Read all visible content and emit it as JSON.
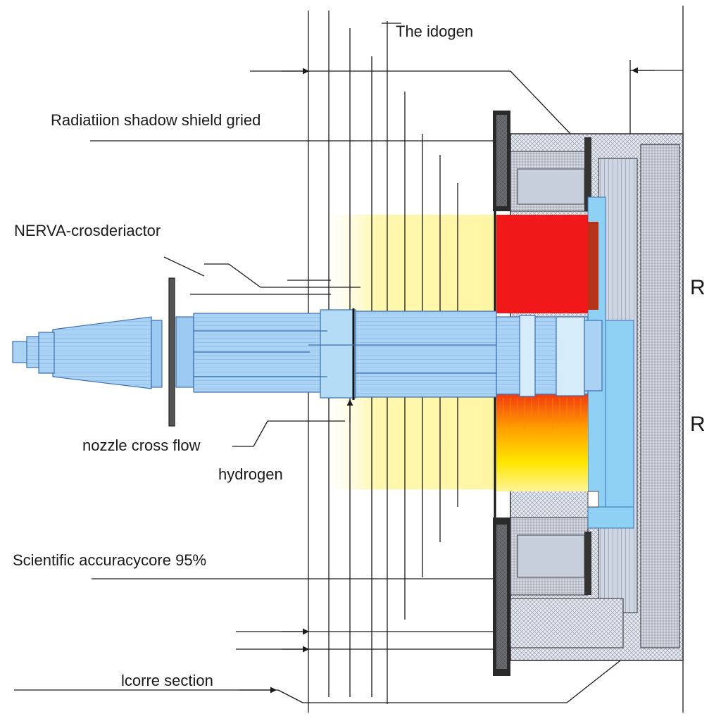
{
  "labels": {
    "top": "The idogen",
    "shield": "Radiatiion shadow shield gried",
    "reactor": "NERVA-crosderiactor",
    "nozzle": "nozzle cross flow",
    "hydrogen": "hydrogen",
    "accuracy": "Scientific accuracycore 95%",
    "core": "lcorre section",
    "r1": "R",
    "r2": "R"
  },
  "colors": {
    "line": "#1a1a1a",
    "nozzle_fill": "#a9d2f5",
    "nozzle_stroke": "#3a6fb0",
    "core_red": "#f01818",
    "core_dark_red": "#b5331a",
    "core_yellow": "#ffe600",
    "glow": "#fff7a8",
    "shield_grid": "#c8cdd8",
    "shield_dark": "#2a2a2a",
    "light_blue": "#8fd0f5"
  }
}
